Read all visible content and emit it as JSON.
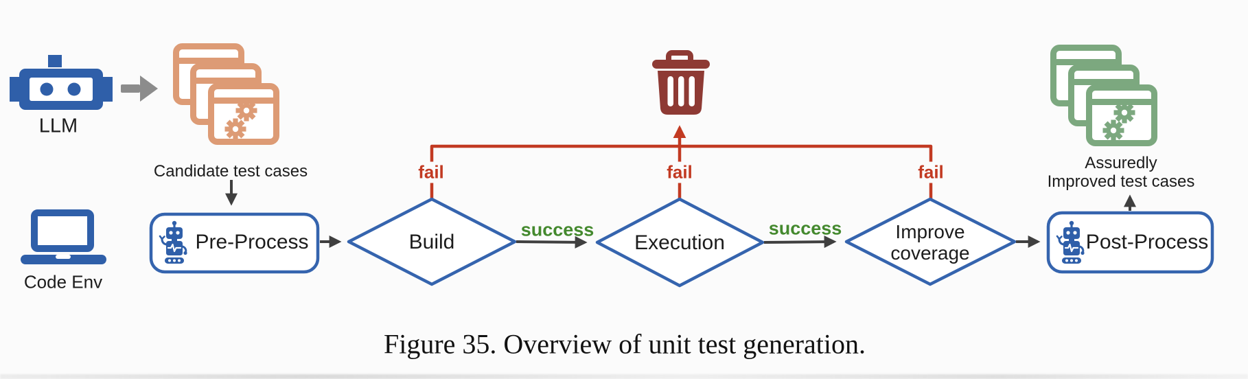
{
  "figure": {
    "caption": "Figure 35. Overview of unit test generation."
  },
  "inputs": {
    "llm_label": "LLM",
    "code_env_label": "Code Env",
    "candidate_label": "Candidate test cases"
  },
  "outputs": {
    "label_line1": "Assuredly",
    "label_line2": "Improved test cases"
  },
  "flow": {
    "pre_process": "Pre-Process",
    "build": "Build",
    "execution": "Execution",
    "improve_line1": "Improve",
    "improve_line2": "coverage",
    "post_process": "Post-Process"
  },
  "edges": {
    "fail": [
      "fail",
      "fail",
      "fail"
    ],
    "success": [
      "success",
      "success"
    ]
  },
  "icons": {
    "llm": "robot-head-icon",
    "code_env": "laptop-icon",
    "candidate_stack": "windows-gears-stack-icon",
    "output_stack": "windows-gears-stack-icon",
    "pre_process_agent": "robot-icon",
    "post_process_agent": "robot-icon",
    "discard": "trash-icon",
    "llm_to_candidates": "arrow-right-icon"
  },
  "colors": {
    "shape_blue": "#3564ae",
    "icon_blue": "#2f5fa9",
    "candidate_orange": "#dd9b75",
    "output_green": "#7ca87f",
    "fail_red": "#c23a22",
    "trash_maroon": "#8e3a34",
    "success_green": "#44892e",
    "arrow_dark": "#3f3f3f",
    "arrow_gray": "#8c8c8c"
  }
}
